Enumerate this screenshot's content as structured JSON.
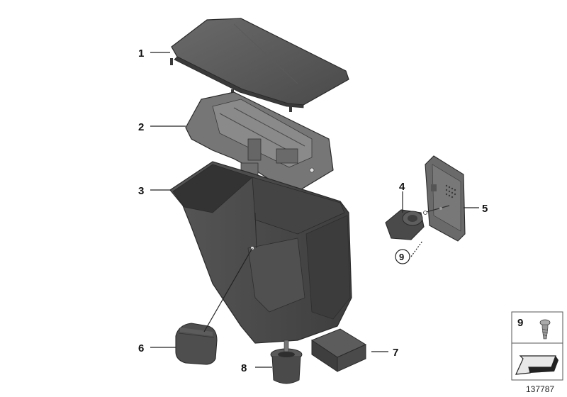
{
  "callouts": [
    {
      "id": "1",
      "text": "1"
    },
    {
      "id": "2",
      "text": "2"
    },
    {
      "id": "3",
      "text": "3"
    },
    {
      "id": "4",
      "text": "4"
    },
    {
      "id": "5",
      "text": "5"
    },
    {
      "id": "6",
      "text": "6"
    },
    {
      "id": "7",
      "text": "7"
    },
    {
      "id": "8",
      "text": "8"
    },
    {
      "id": "9",
      "text": "9"
    }
  ],
  "legend": {
    "item_number": "9"
  },
  "reference_number": "137787",
  "colors": {
    "part_dark": "#4a4a4a",
    "part_mid": "#5e5e5e",
    "part_light": "#7d7d7d",
    "outline": "#2a2a2a",
    "arrow_fill": "#e8e8e8"
  }
}
